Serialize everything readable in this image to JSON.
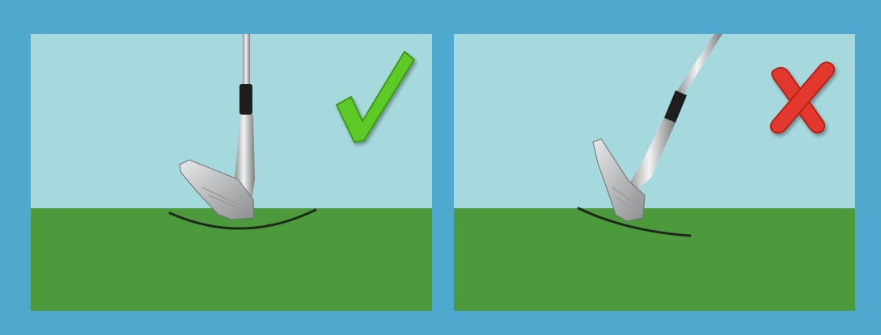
{
  "colors": {
    "frame": "#4FA9CF",
    "sky": "#A6D9DD",
    "grass": "#4C9A3C",
    "correct_mark": "#5DC926",
    "wrong_mark": "#E2392E",
    "club_steel": "#C9CBCC",
    "grip_band": "#1E1E1E",
    "swing_arc": "#1F2A1D"
  },
  "panels": [
    {
      "id": "correct",
      "icon": "check-icon",
      "club_angle": "vertical",
      "arc": "shallow-scoop"
    },
    {
      "id": "incorrect",
      "icon": "x-icon",
      "club_angle": "leaning-forward",
      "arc": "steep-dig"
    }
  ]
}
